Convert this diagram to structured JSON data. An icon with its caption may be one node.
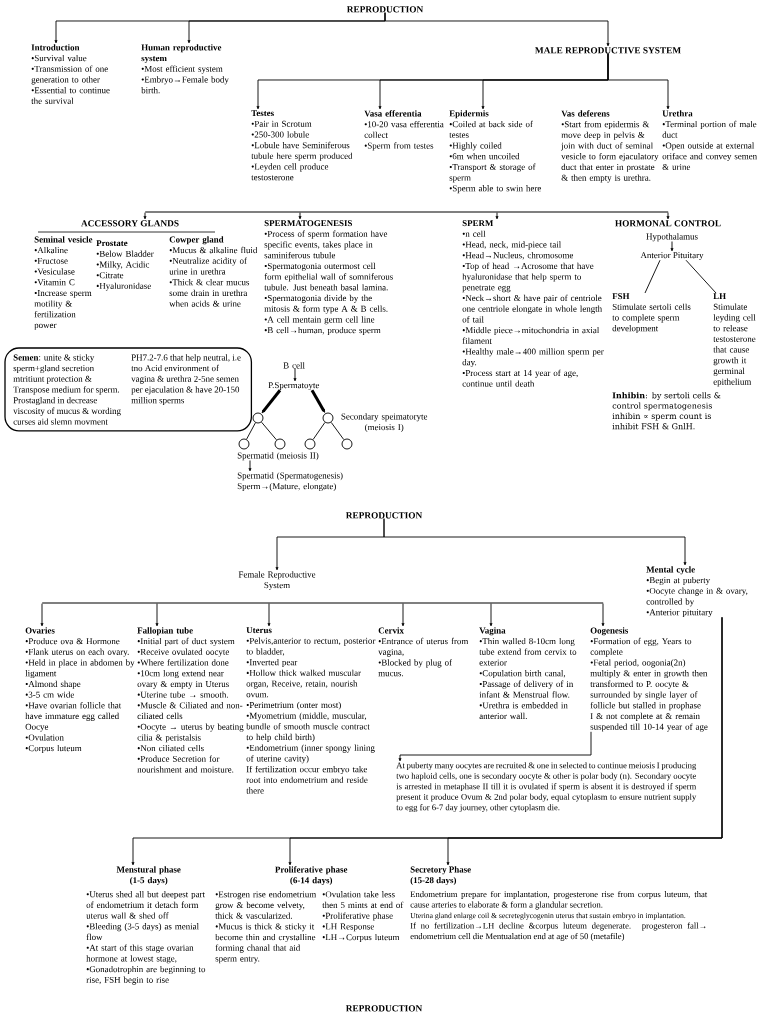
{
  "diagram": {
    "nodes": [
      {
        "text": [
          "REPRODUCTION"
        ]
      },
      {
        "text": [
          "Introduction",
          "•Survival value",
          "•Transmission of one generation to other",
          "•Essential to continue the survival"
        ]
      },
      {
        "text": [
          "Human reproductive system",
          "•Most efficient system",
          "•Embryo→Female body birth."
        ]
      },
      {
        "text": [
          "MALE REPRODUCTIVE SYSTEM"
        ]
      },
      {
        "text": [
          "Testes",
          "•Pair in Scrotum",
          "•250-300 lobule",
          "•Lobule have Seminiferous tubule here sperm produced",
          "•Leyden cell produce testosterone"
        ]
      },
      {
        "text": [
          "Vasa efferentia",
          "•10-20 vasa efferentia collect",
          "•Sperm from testes"
        ]
      },
      {
        "text": [
          "Epidermis",
          "•Coiled at back side of testes",
          "•Highly coiled",
          "•6m when uncoiled",
          "•Transport & storage of sperm",
          "•Sperm able to swin here"
        ]
      },
      {
        "text": [
          "Vas deferens",
          "•Start from epidermis & move deep in pelvis & join with duct of seminal vesicle to form ejaculatory duct that enter in prostate & then empty is urethra."
        ]
      },
      {
        "text": [
          "Urethra",
          "•Terminal portion of male duct",
          "•Open outside at external oriface and convey semen & urine"
        ]
      },
      {
        "text": [
          "ACCESSORY GLANDS"
        ]
      },
      {
        "text": [
          "Seminal vesicle",
          "•Alkaline",
          "•Fructose",
          "•Vesiculase",
          "•Vitamin C",
          "•Increase sperm motility & fertilization power"
        ]
      },
      {
        "text": [
          "Prostate",
          "•Below Bladder",
          "•Milky, Acidic",
          "•Citrate",
          "•Hyaluronidase"
        ]
      },
      {
        "text": [
          "Cowper gland",
          "•Mucus & alkaline fluid",
          "•Neutralize acidity of urine in urethra",
          "•Thick & clear mucus some drain in urethra when acids & urine"
        ]
      },
      {
        "text": [
          "**Semen**: unite & sticky sperm+gland secretion mtritiunt protection & Transpose medium for sperm. Prostagland in decrease viscosity of mucus & wording curses aid slemn movment",
          "PH7.2-7.6 that help neutral, i.e tno Acid environment of vagina & urethra 2-5ne semen per ejaculation & have 20-150 million sperms"
        ]
      },
      {
        "text": [
          "SPERMATOGENESIS",
          "•Process of sperm formation have specific events, takes place in saminiferous tubule",
          "•Spermatogonia outermost cell form epithelial wall of somniferous tubule. Just beneath basal lamina.",
          "•Spermatogonia divide by the mitosis & form type A & B cells.",
          "•A cell mentain germ cell line",
          "•B cell→human, produce sperm"
        ]
      },
      {
        "text": [
          "B cell"
        ]
      },
      {
        "text": [
          "P.Spermatoyte"
        ]
      },
      {
        "text": [],
        "shape": "circle"
      },
      {
        "text": [],
        "shape": "circle",
        "beside": [
          "Secondary speimatoryte (meiosis I)"
        ]
      },
      {
        "text": [],
        "shape": "circle"
      },
      {
        "text": [],
        "shape": "circle"
      },
      {
        "text": [],
        "shape": "circle"
      },
      {
        "text": [],
        "shape": "circle"
      },
      {
        "text": [
          "Spermatid (meiosis II)"
        ]
      },
      {
        "text": [
          "Spermatid (Spermatogenesis)",
          "Sperm→(Mature, elongate)"
        ]
      },
      {
        "text": [
          "SPERM",
          "•n cell",
          "•Head, neck, mid-piece tail",
          "•Head→Nucleus, chromosome",
          "•Top of head →Acrosome that have hyaluronidase that help sperm to penetrate egg",
          "•Neck→short & have pair of centriole one centriole elongate in whole length of tail",
          "•Middle piece→mitochondria in axial filament",
          "•Healthy male→400 million sperm per day.",
          "•Process start at 14 year of age, continue until death"
        ]
      },
      {
        "text": [
          "HORMONAL CONTROL"
        ]
      },
      {
        "text": [
          "Hypothalamus"
        ]
      },
      {
        "text": [
          "Anterior Pituitary"
        ]
      },
      {
        "text": [
          "FSH",
          "Stimulate sertoli cells to complete sperm development"
        ]
      },
      {
        "text": [
          "LH",
          "Stimulate leyding cell to release testosterone that cause growth it germinal epithelium"
        ]
      },
      {
        "text": [
          "REPRODUCTION"
        ]
      },
      {
        "text": [
          "Female Reproductive System"
        ]
      },
      {
        "text": [
          "Mental cycle",
          "•Begin at puberty",
          "•Oocyte change in & ovary, controlled by",
          "•Anterior pituitary"
        ]
      },
      {
        "text": [
          "Ovaries",
          "•Produce ova & Hormone",
          "•Flank uterus on each ovary.",
          "•Held in place in abdomen by ligament",
          "•Almond shape",
          "•3-5 cm wide",
          "•Have ovarian follicle that have immature egg called Oocye",
          "•Ovulation",
          "•Corpus luteum"
        ]
      },
      {
        "text": [
          "Fallopian tube",
          "•Initial part of duct system",
          "•Receive ovulated oocyte",
          "•Where fertilization done",
          "•10cm long extend near ovary & empty in Uterus",
          "•Uterine tube → smooth.",
          "•Muscle & Ciliated and non-ciliated cells",
          "•Oocyte → uterus by beating cilia & peristalsis",
          "•Non ciliated cells",
          "•Produce Secretion for nourishment and moisture."
        ]
      },
      {
        "text": [
          "Uterus",
          "•Pelvis,anterior to rectum, posterior to bladder,",
          "•Inverted pear",
          "•Hollow thick walked muscular organ, Receive, retain, nourish ovum.",
          "•Perimetrium (onter most)",
          "•Myometrium (middle, muscular, bundle of smooth muscle contract to help child birth)",
          "•Endometrium (inner spongy lining of uterine cavity)",
          "If fertilization occur embryo take root into endometrium and reside there"
        ]
      },
      {
        "text": [
          "Cervix",
          "•Entrance of uterus from vagina,",
          "•Blocked by plug of mucus."
        ]
      },
      {
        "text": [
          "Vagina",
          "•Thin walled 8-10cm long tube extend from cervix to exterior",
          "•Copulation birth canal,",
          "•Passage of delivery of in infant & Menstrual flow.",
          "•Urethra is embedded in anterior wall."
        ]
      },
      {
        "text": [
          "Oogenesis",
          "•Formation of egg, Years to complete",
          "•Fetal period, oogonia(2n) multiply & enter in growth then transformed to P. oocyte & surrounded by single layer of follicle but stalled in prophase I & not complete at & remain suspended till 10-14 year of age"
        ]
      },
      {
        "text": [
          "At puberty many oocytes are recruited & one in selected to continue meiosis I producing two haploid cells, one is secondary oocyte & other is polar body (n). Secondary oocyte is arrested in metaphase II till it is ovulated if sperm is absent it is destroyed if sperm present it produce Ovum & 2nd polar body, equal cytoplasm to ensure nutrient supply to egg for 6-7 day journey, other cytoplasm die."
        ]
      },
      {
        "text": [
          "Menstural phase (1-5 days)",
          "•Uterus shed all but deepest part of endometrium it detach form uterus wall & shed off",
          "•Bleeding (3-5 days) as menial flow",
          "•At start of this stage ovarian hormone at lowest stage,",
          "•Gonadotrophin are beginning to rise, FSH begin to rise"
        ]
      },
      {
        "text": [
          "Proliferative phase (6-14 days)",
          "•Estrogen rise endometrium grow & become velvety, thick & vascularized.",
          "•Mucus is thick & sticky it become thin and crystalline forming chanal that aid sperm entry.",
          "•Ovulation take less then 5 mints at end of",
          "•Proliferative phase",
          "•LH Response",
          "•LH→Corpus luteum"
        ]
      },
      {
        "text": [
          "Secretory Phase (15-28 days)",
          "Endometrium prepare for implantation, progesterone rise from corpus luteum, that cause arteries to elaborate & form a glandular secretion.",
          "Uterina gland enlarge coil & secreteglycogenin uterus that sustain embryo in implantation.",
          "If no fertilization→LH decline &corpus luteum degenerate. progesteron fall→ endometrium cell die Mentualation end at age of 50 (metafile)"
        ]
      },
      {
        "text": [],
        "shape": "bar"
      },
      {
        "text": [],
        "shape": "bar"
      }
    ],
    "edges": [
      {
        "from": 0,
        "to": 1,
        "arrow": "to"
      },
      {
        "from": 0,
        "to": 2,
        "arrow": "to"
      },
      {
        "from": 0,
        "to": 3,
        "arrow": "to"
      },
      {
        "from": 3,
        "to": 4,
        "arrow": "to"
      },
      {
        "from": 3,
        "to": 5,
        "arrow": "to"
      },
      {
        "from": 3,
        "to": 6,
        "arrow": "to"
      },
      {
        "from": 3,
        "to": 8,
        "arrow": "to"
      },
      {
        "from": 44,
        "to": 9,
        "arrow": "to"
      },
      {
        "from": 44,
        "to": 14,
        "arrow": "to"
      },
      {
        "from": 44,
        "to": 25,
        "arrow": "to"
      },
      {
        "from": 44,
        "to": 26,
        "arrow": "to"
      },
      {
        "from": 15,
        "to": 16,
        "arrow": "to"
      },
      {
        "from": 16,
        "to": 17,
        "arrow": "to",
        "style": "thick"
      },
      {
        "from": 16,
        "to": 18,
        "arrow": "to",
        "style": "thick"
      },
      {
        "from": 17,
        "to": 19,
        "arrow": "none"
      },
      {
        "from": 17,
        "to": 20,
        "arrow": "none"
      },
      {
        "from": 18,
        "to": 21,
        "arrow": "none"
      },
      {
        "from": 18,
        "to": 22,
        "arrow": "none"
      },
      {
        "from": 23,
        "to": 24,
        "arrow": "to"
      },
      {
        "from": 27,
        "to": 28,
        "arrow": "to"
      },
      {
        "from": 28,
        "to": 29,
        "arrow": "none"
      },
      {
        "from": 28,
        "to": 30,
        "arrow": "none"
      },
      {
        "from": 31,
        "to": 32,
        "arrow": "to"
      },
      {
        "from": 31,
        "to": 33,
        "arrow": "to"
      },
      {
        "from": 45,
        "to": 34,
        "arrow": "to"
      },
      {
        "from": 45,
        "to": 35,
        "arrow": "to"
      },
      {
        "from": 45,
        "to": 36,
        "arrow": "to"
      },
      {
        "from": 45,
        "to": 37,
        "arrow": "to"
      },
      {
        "from": 45,
        "to": 38,
        "arrow": "to"
      },
      {
        "from": 45,
        "to": 39,
        "arrow": "to"
      },
      {
        "from": 39,
        "to": 40,
        "arrow": "to"
      },
      {
        "from": 33,
        "to": 41,
        "arrow": "to"
      },
      {
        "from": 33,
        "to": 42,
        "arrow": "to"
      },
      {
        "from": 33,
        "to": 43,
        "arrow": "to"
      }
    ],
    "labels": [
      "**Inhibin**: by sertoli cells & control spermatogenesis inhibin ∝ sperm count is inhibit FSH & GnlH.",
      "REPRODUCTION"
    ]
  }
}
